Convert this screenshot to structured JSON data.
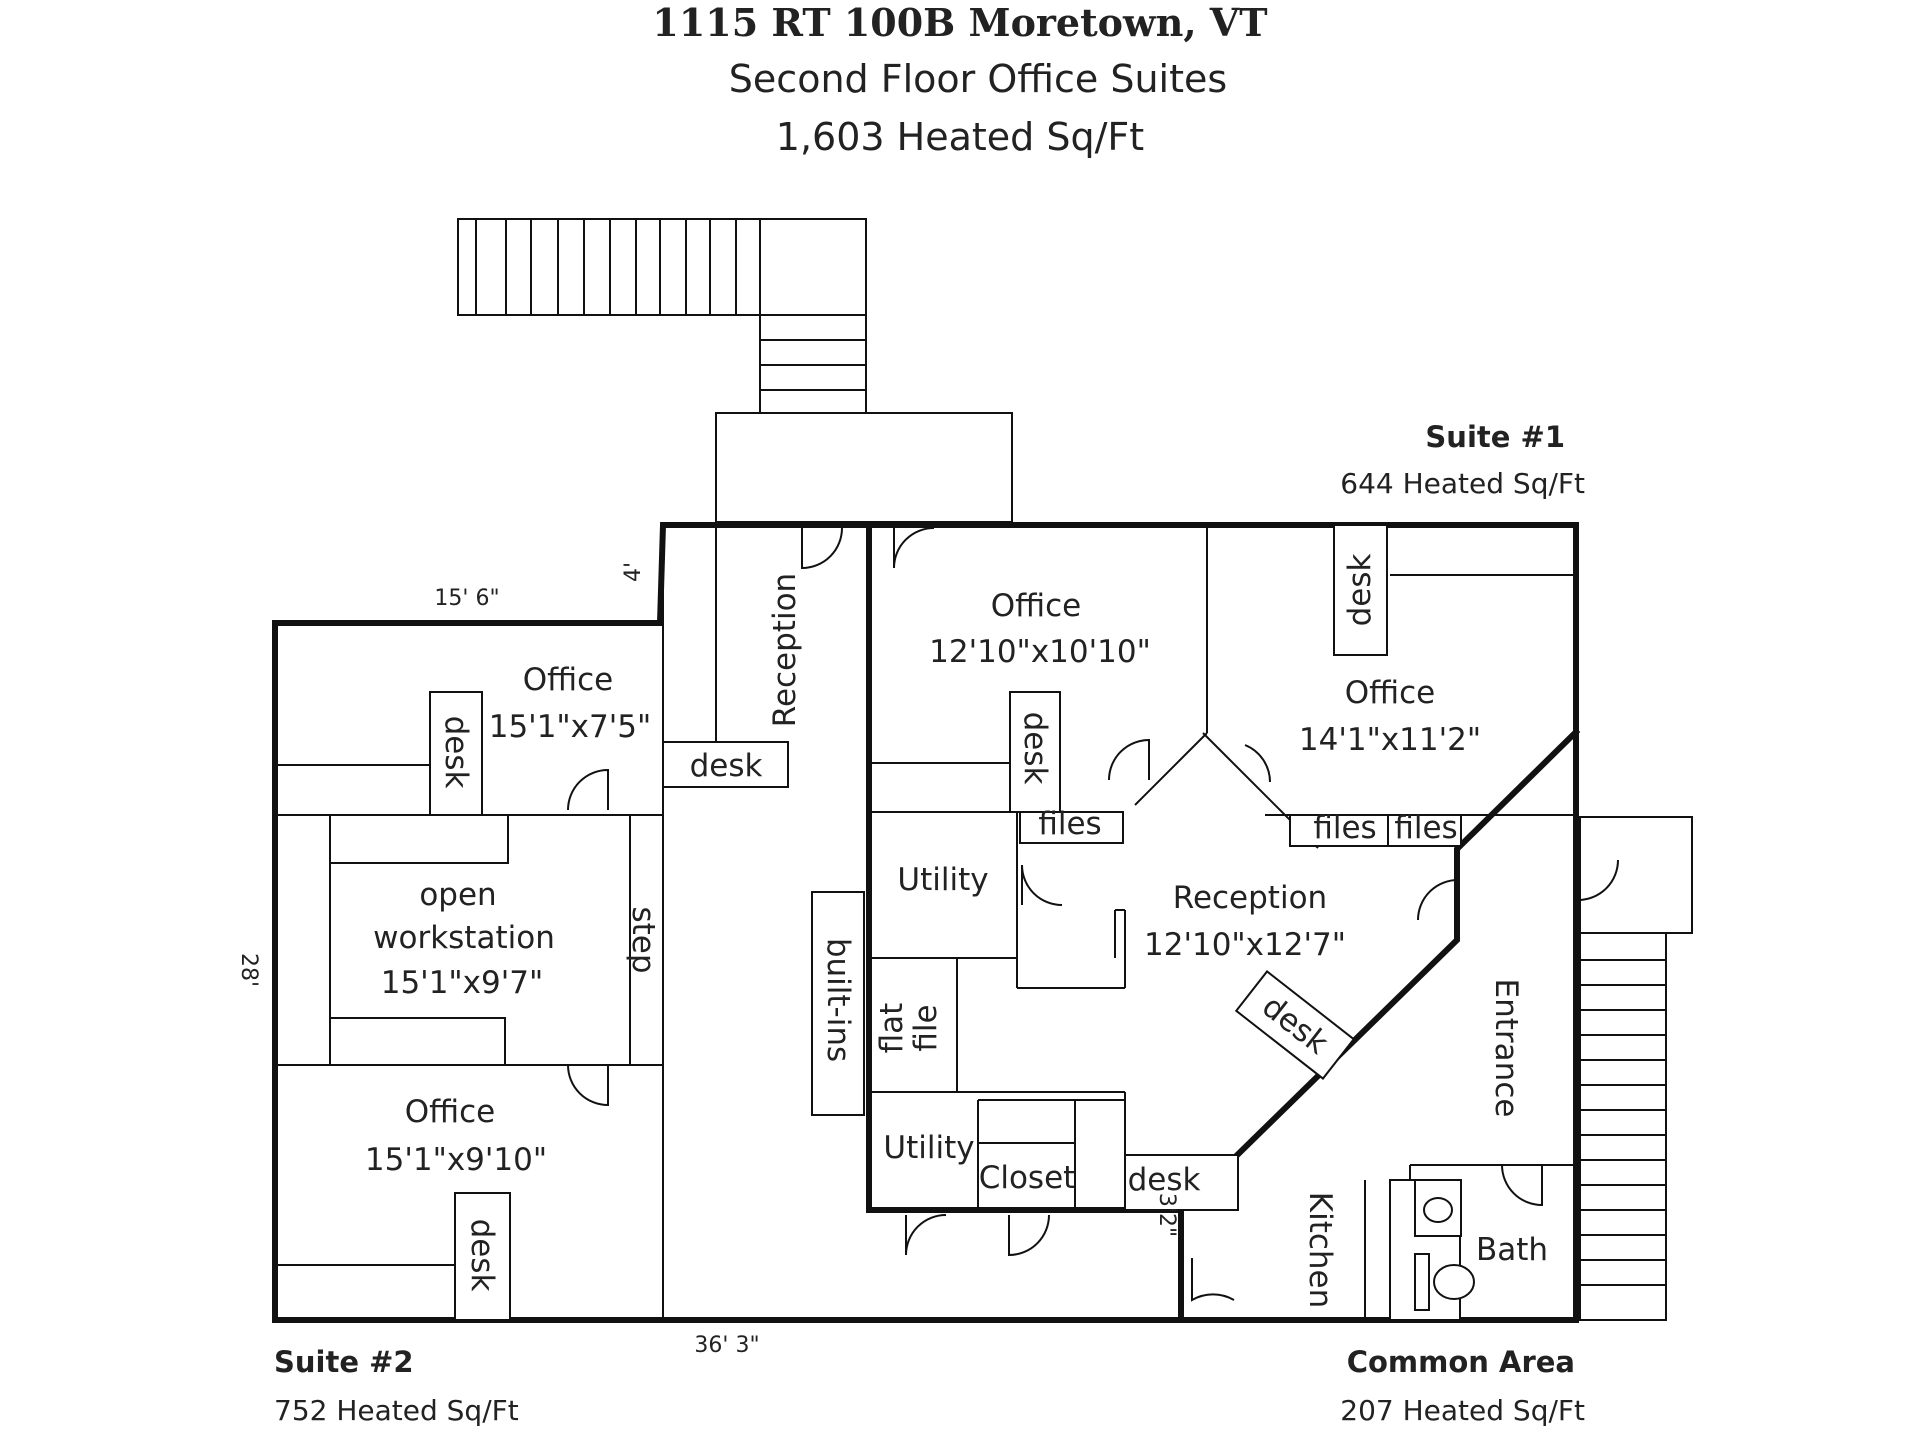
{
  "header": {
    "address": "1115 RT 100B  Moretown, VT",
    "subtitle": "Second Floor Office Suites",
    "total_area": "1,603 Heated Sq/Ft"
  },
  "suites": {
    "suite1": {
      "name": "Suite #1",
      "area": "644 Heated Sq/Ft"
    },
    "suite2": {
      "name": "Suite #2",
      "area": "752 Heated Sq/Ft"
    },
    "common": {
      "name": "Common Area",
      "area": "207 Heated Sq/Ft"
    }
  },
  "rooms": {
    "office_a": {
      "label": "Office",
      "size": "15'1\"x7'5\""
    },
    "open_ws": {
      "line1": "open",
      "line2": "workstation",
      "size": "15'1\"x9'7\""
    },
    "office_c": {
      "label": "Office",
      "size": "15'1\"x9'10\""
    },
    "reception_hall": "Reception",
    "office_b": {
      "label": "Office",
      "size": "12'10\"x10'10\""
    },
    "office_d": {
      "label": "Office",
      "size": "14'1\"x11'2\""
    },
    "reception_main": {
      "label": "Reception",
      "size": "12'10\"x12'7\""
    },
    "utility1": "Utility",
    "utility2": "Utility",
    "closet": "Closet",
    "flat_file": {
      "line1": "flat",
      "line2": "file"
    },
    "built_ins": "built-ins",
    "entrance": "Entrance",
    "kitchen": "Kitchen",
    "bath": "Bath"
  },
  "furniture": {
    "desk": "desk",
    "files": "files",
    "step": "step"
  },
  "dimensions": {
    "top_left": "15' 6\"",
    "step_4": "4'",
    "left_side": "28'",
    "bottom": "36' 3\"",
    "small": "3'2\""
  }
}
